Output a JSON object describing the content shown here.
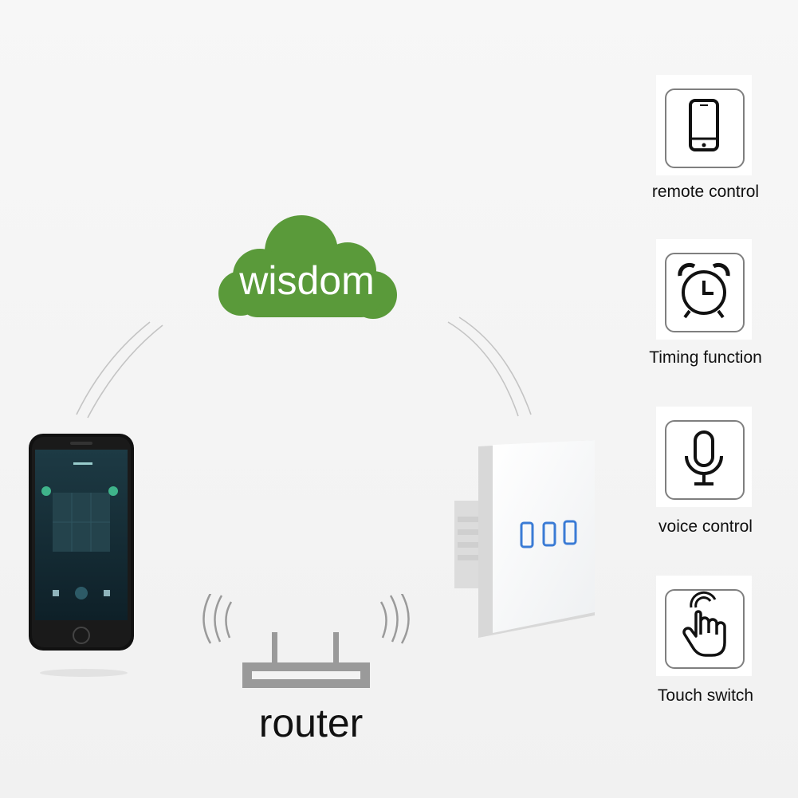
{
  "cloud": {
    "label": "wisdom",
    "color": "#5a9a3a"
  },
  "router": {
    "label": "router"
  },
  "features": [
    {
      "icon": "smartphone-icon",
      "label": "remote control"
    },
    {
      "icon": "alarm-clock-icon",
      "label": "Timing function"
    },
    {
      "icon": "microphone-icon",
      "label": "voice control"
    },
    {
      "icon": "touch-hand-icon",
      "label": "Touch switch"
    }
  ],
  "phone_screen": {
    "app_title": "SmartLife"
  },
  "switch_panel": {
    "gang_count": 3,
    "indicator_color": "#3a7bd5"
  }
}
